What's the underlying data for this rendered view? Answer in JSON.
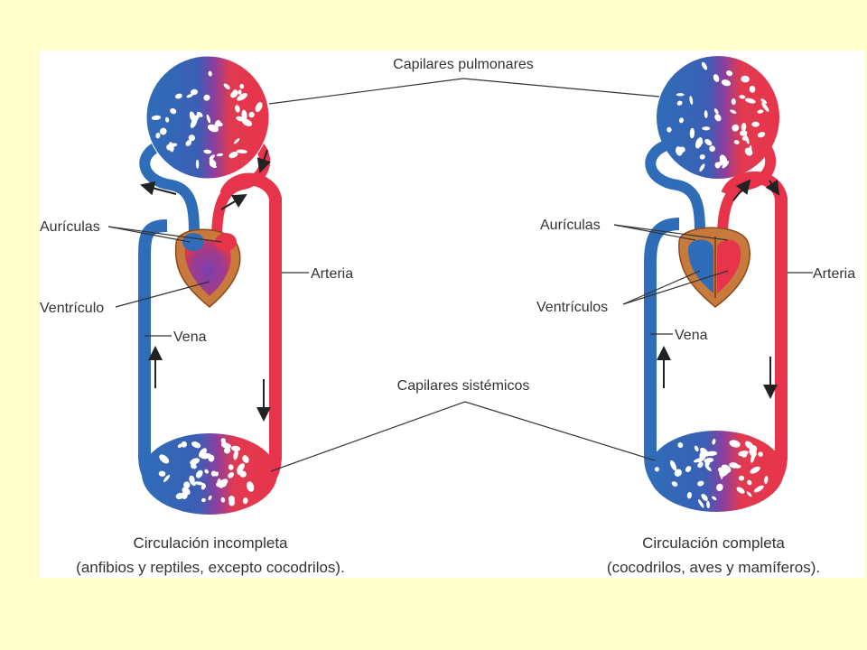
{
  "labels": {
    "pulmonary_capillaries": "Capilares pulmonares",
    "systemic_capillaries": "Capilares sistémicos",
    "left": {
      "atria": "Aurículas",
      "ventricle": "Ventrículo",
      "artery": "Arteria",
      "vein": "Vena"
    },
    "right": {
      "atria": "Aurículas",
      "ventricles": "Ventrículos",
      "artery": "Arteria",
      "vein": "Vena"
    }
  },
  "captions": {
    "left": {
      "title": "Circulación incompleta",
      "subtitle": "(anfibios y reptiles, excepto cocodrilos)."
    },
    "right": {
      "title": "Circulación completa",
      "subtitle": "(cocodrilos, aves y mamíferos)."
    }
  },
  "colors": {
    "background": "#ffffcc",
    "panel": "#ffffff",
    "oxygenated": "#e8344a",
    "deoxygenated": "#2f6db8",
    "mixed": "#8a3fa0",
    "heart_tissue": "#c87a3c"
  }
}
